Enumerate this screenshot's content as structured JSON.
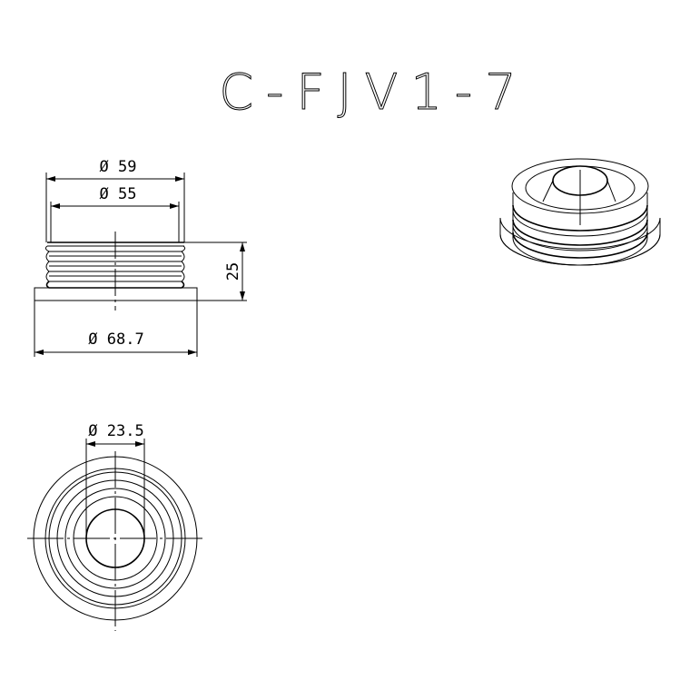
{
  "title": "C-FJV1-7",
  "dimensions": {
    "d59": "Ø 59",
    "d55": "Ø 55",
    "height": "25",
    "d68": "Ø 68.7",
    "d23": "Ø 23.5"
  }
}
